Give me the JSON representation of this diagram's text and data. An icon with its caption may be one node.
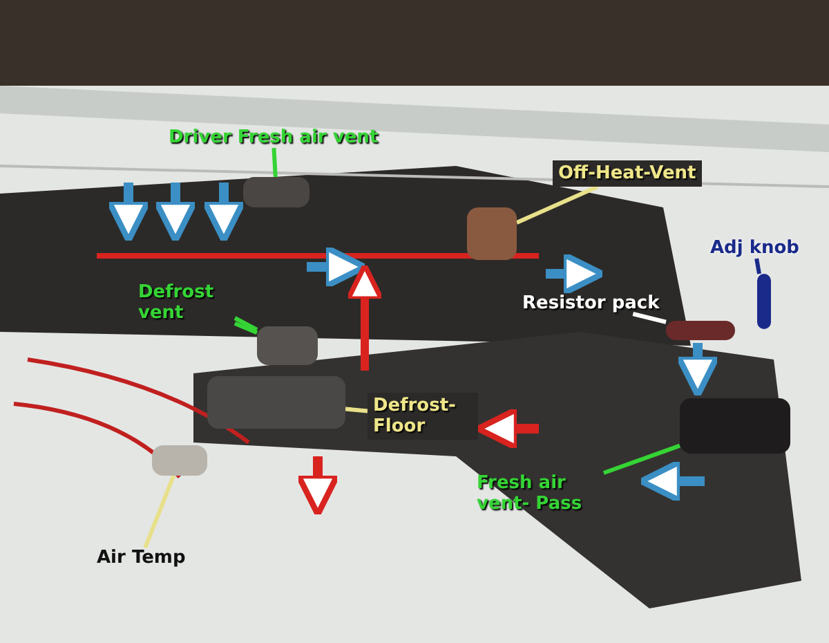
{
  "diagram": {
    "nodes": [
      {
        "text": [
          "Driver Fresh air vent"
        ]
      },
      {
        "text": [],
        "shape": "box"
      },
      {
        "text": [
          "Off-Heat-Vent"
        ]
      },
      {
        "text": [],
        "shape": "box"
      },
      {
        "text": [
          "Adj knob"
        ]
      },
      {
        "text": [],
        "shape": "box"
      },
      {
        "text": [
          "Resistor pack"
        ]
      },
      {
        "text": [],
        "shape": "box"
      },
      {
        "text": [
          "Defrost vent"
        ]
      },
      {
        "text": [],
        "shape": "box"
      },
      {
        "text": [
          "Defrost- Floor"
        ]
      },
      {
        "text": [],
        "shape": "box"
      },
      {
        "text": [
          "Fresh air vent- Pass"
        ]
      },
      {
        "text": [],
        "shape": "box"
      },
      {
        "text": [
          "Air Temp"
        ]
      },
      {
        "text": [],
        "shape": "box"
      }
    ],
    "edges": [
      {
        "from": 0,
        "to": 1,
        "arrow": "none"
      },
      {
        "from": 2,
        "to": 3,
        "arrow": "none",
        "color": "#e8e08a"
      },
      {
        "from": 4,
        "to": 5,
        "arrow": "none",
        "color": "#1a2a8a"
      },
      {
        "from": 6,
        "to": 7,
        "arrow": "none",
        "color": "#ffffff"
      },
      {
        "from": 8,
        "to": 9,
        "arrow": "none"
      },
      {
        "from": 8,
        "to": 9,
        "arrow": "none"
      },
      {
        "from": 10,
        "to": 11,
        "arrow": "none",
        "color": "#e8e08a"
      },
      {
        "from": 12,
        "to": 13,
        "arrow": "none"
      },
      {
        "from": 14,
        "to": 15,
        "arrow": "none",
        "color": "#e8e08a"
      }
    ]
  }
}
